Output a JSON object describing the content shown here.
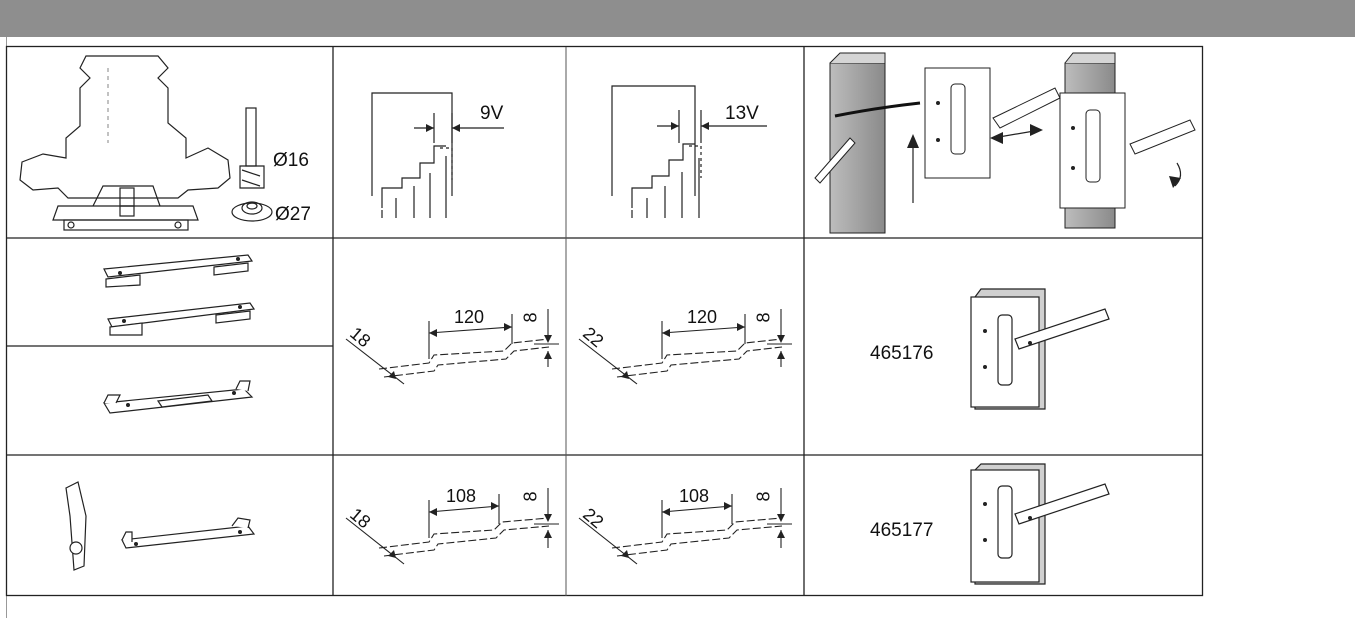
{
  "cutter": {
    "diameter_bit": "Ø16",
    "diameter_ring": "Ø27"
  },
  "offsets": {
    "small": "9V",
    "large": "13V"
  },
  "rows": [
    {
      "thickness_a": "18",
      "thickness_b": "22",
      "length": "120",
      "depth": "8",
      "template": "465176"
    },
    {
      "thickness_a": "18",
      "thickness_b": "22",
      "length": "108",
      "depth": "8",
      "template": "465177"
    }
  ]
}
